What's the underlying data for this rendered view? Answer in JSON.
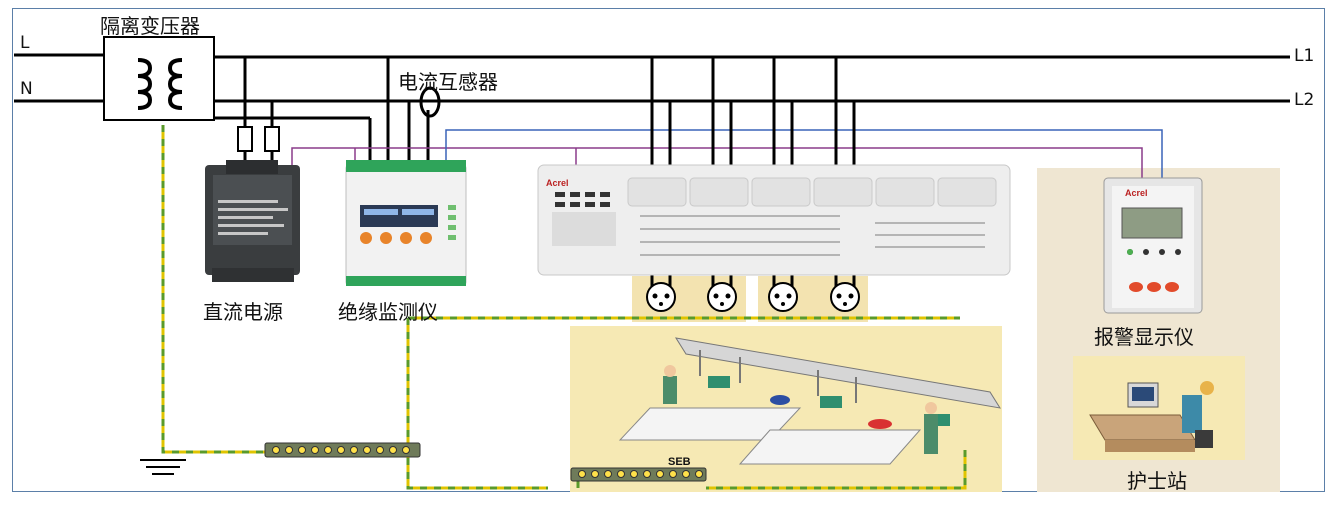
{
  "labels": {
    "isolation_transformer": "隔离变压器",
    "line_L": "L",
    "line_N": "N",
    "line_L1": "L1",
    "line_L2": "L2",
    "current_transformer": "电流互感器",
    "dc_power_supply": "直流电源",
    "insulation_monitor": "绝缘监测仪",
    "alarm_display": "报警显示仪",
    "nurse_station": "护士站",
    "seb": "SEB"
  },
  "devices": {
    "current_module_brand": "Acrel",
    "alarm_display_brand": "Acrel"
  },
  "colors": {
    "bus_line": "#000000",
    "signal_purple": "#8a3b8a",
    "signal_blue": "#3a63b8",
    "earth_green": "#5a9a2a",
    "earth_yellow": "#e0c400",
    "panel_beige": "#efe6d2",
    "scene_yellow": "#f6e9b4",
    "frame": "#5b7fa8"
  }
}
